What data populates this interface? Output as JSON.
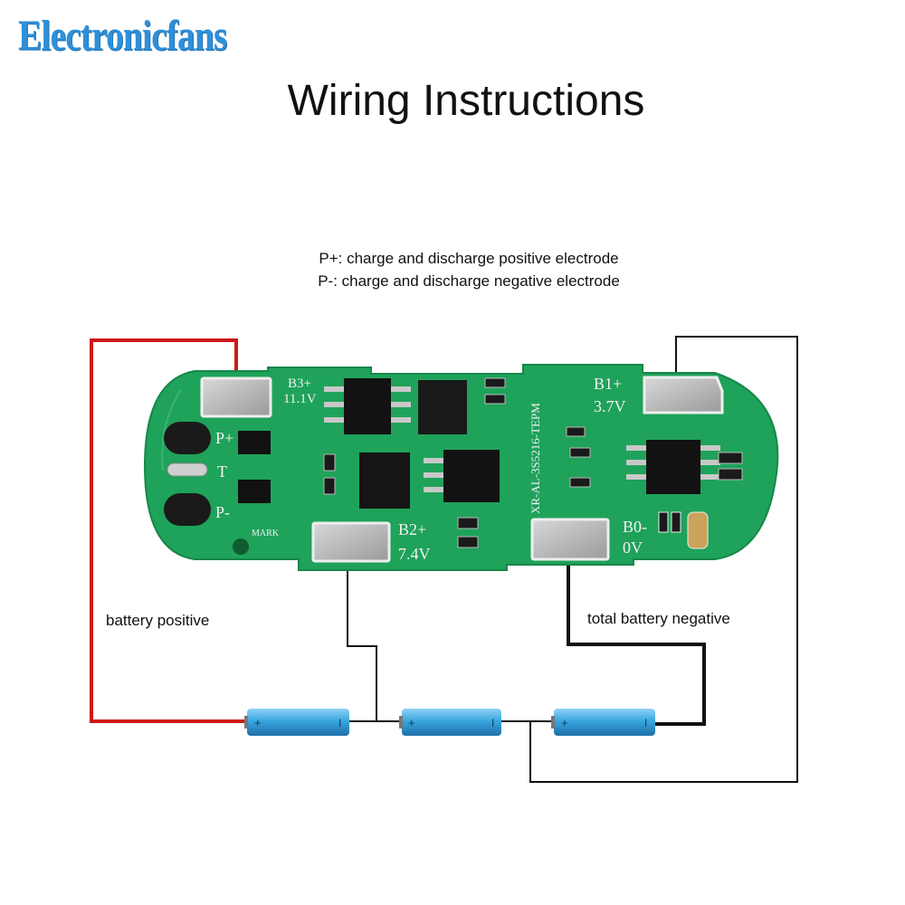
{
  "brand": "Electronicfans",
  "title": "Wiring Instructions",
  "legend": {
    "p_plus": "P+: charge and discharge positive electrode",
    "p_minus": "P-: charge and discharge negative electrode"
  },
  "labels": {
    "battery_positive": "battery positive",
    "total_battery_negative": "total battery negative"
  },
  "board": {
    "b3": "B3+",
    "b3_voltage": "11.1V",
    "b2": "B2+",
    "b2_voltage": "7.4V",
    "b1": "B1+",
    "b1_voltage": "3.7V",
    "b0": "B0-",
    "b0_voltage": "0V",
    "p_plus": "P+",
    "t": "T",
    "p_minus": "P-",
    "mark": "MARK",
    "model": "XR-AL-3S5216-TEPM"
  },
  "battery_marks": {
    "plus": "+",
    "minus": "I"
  },
  "colors": {
    "pcb": "#1fa25a",
    "wire_positive": "#d01818",
    "wire_negative": "#000000",
    "battery": "#3aa6df",
    "brand": "#2f8fd8"
  }
}
